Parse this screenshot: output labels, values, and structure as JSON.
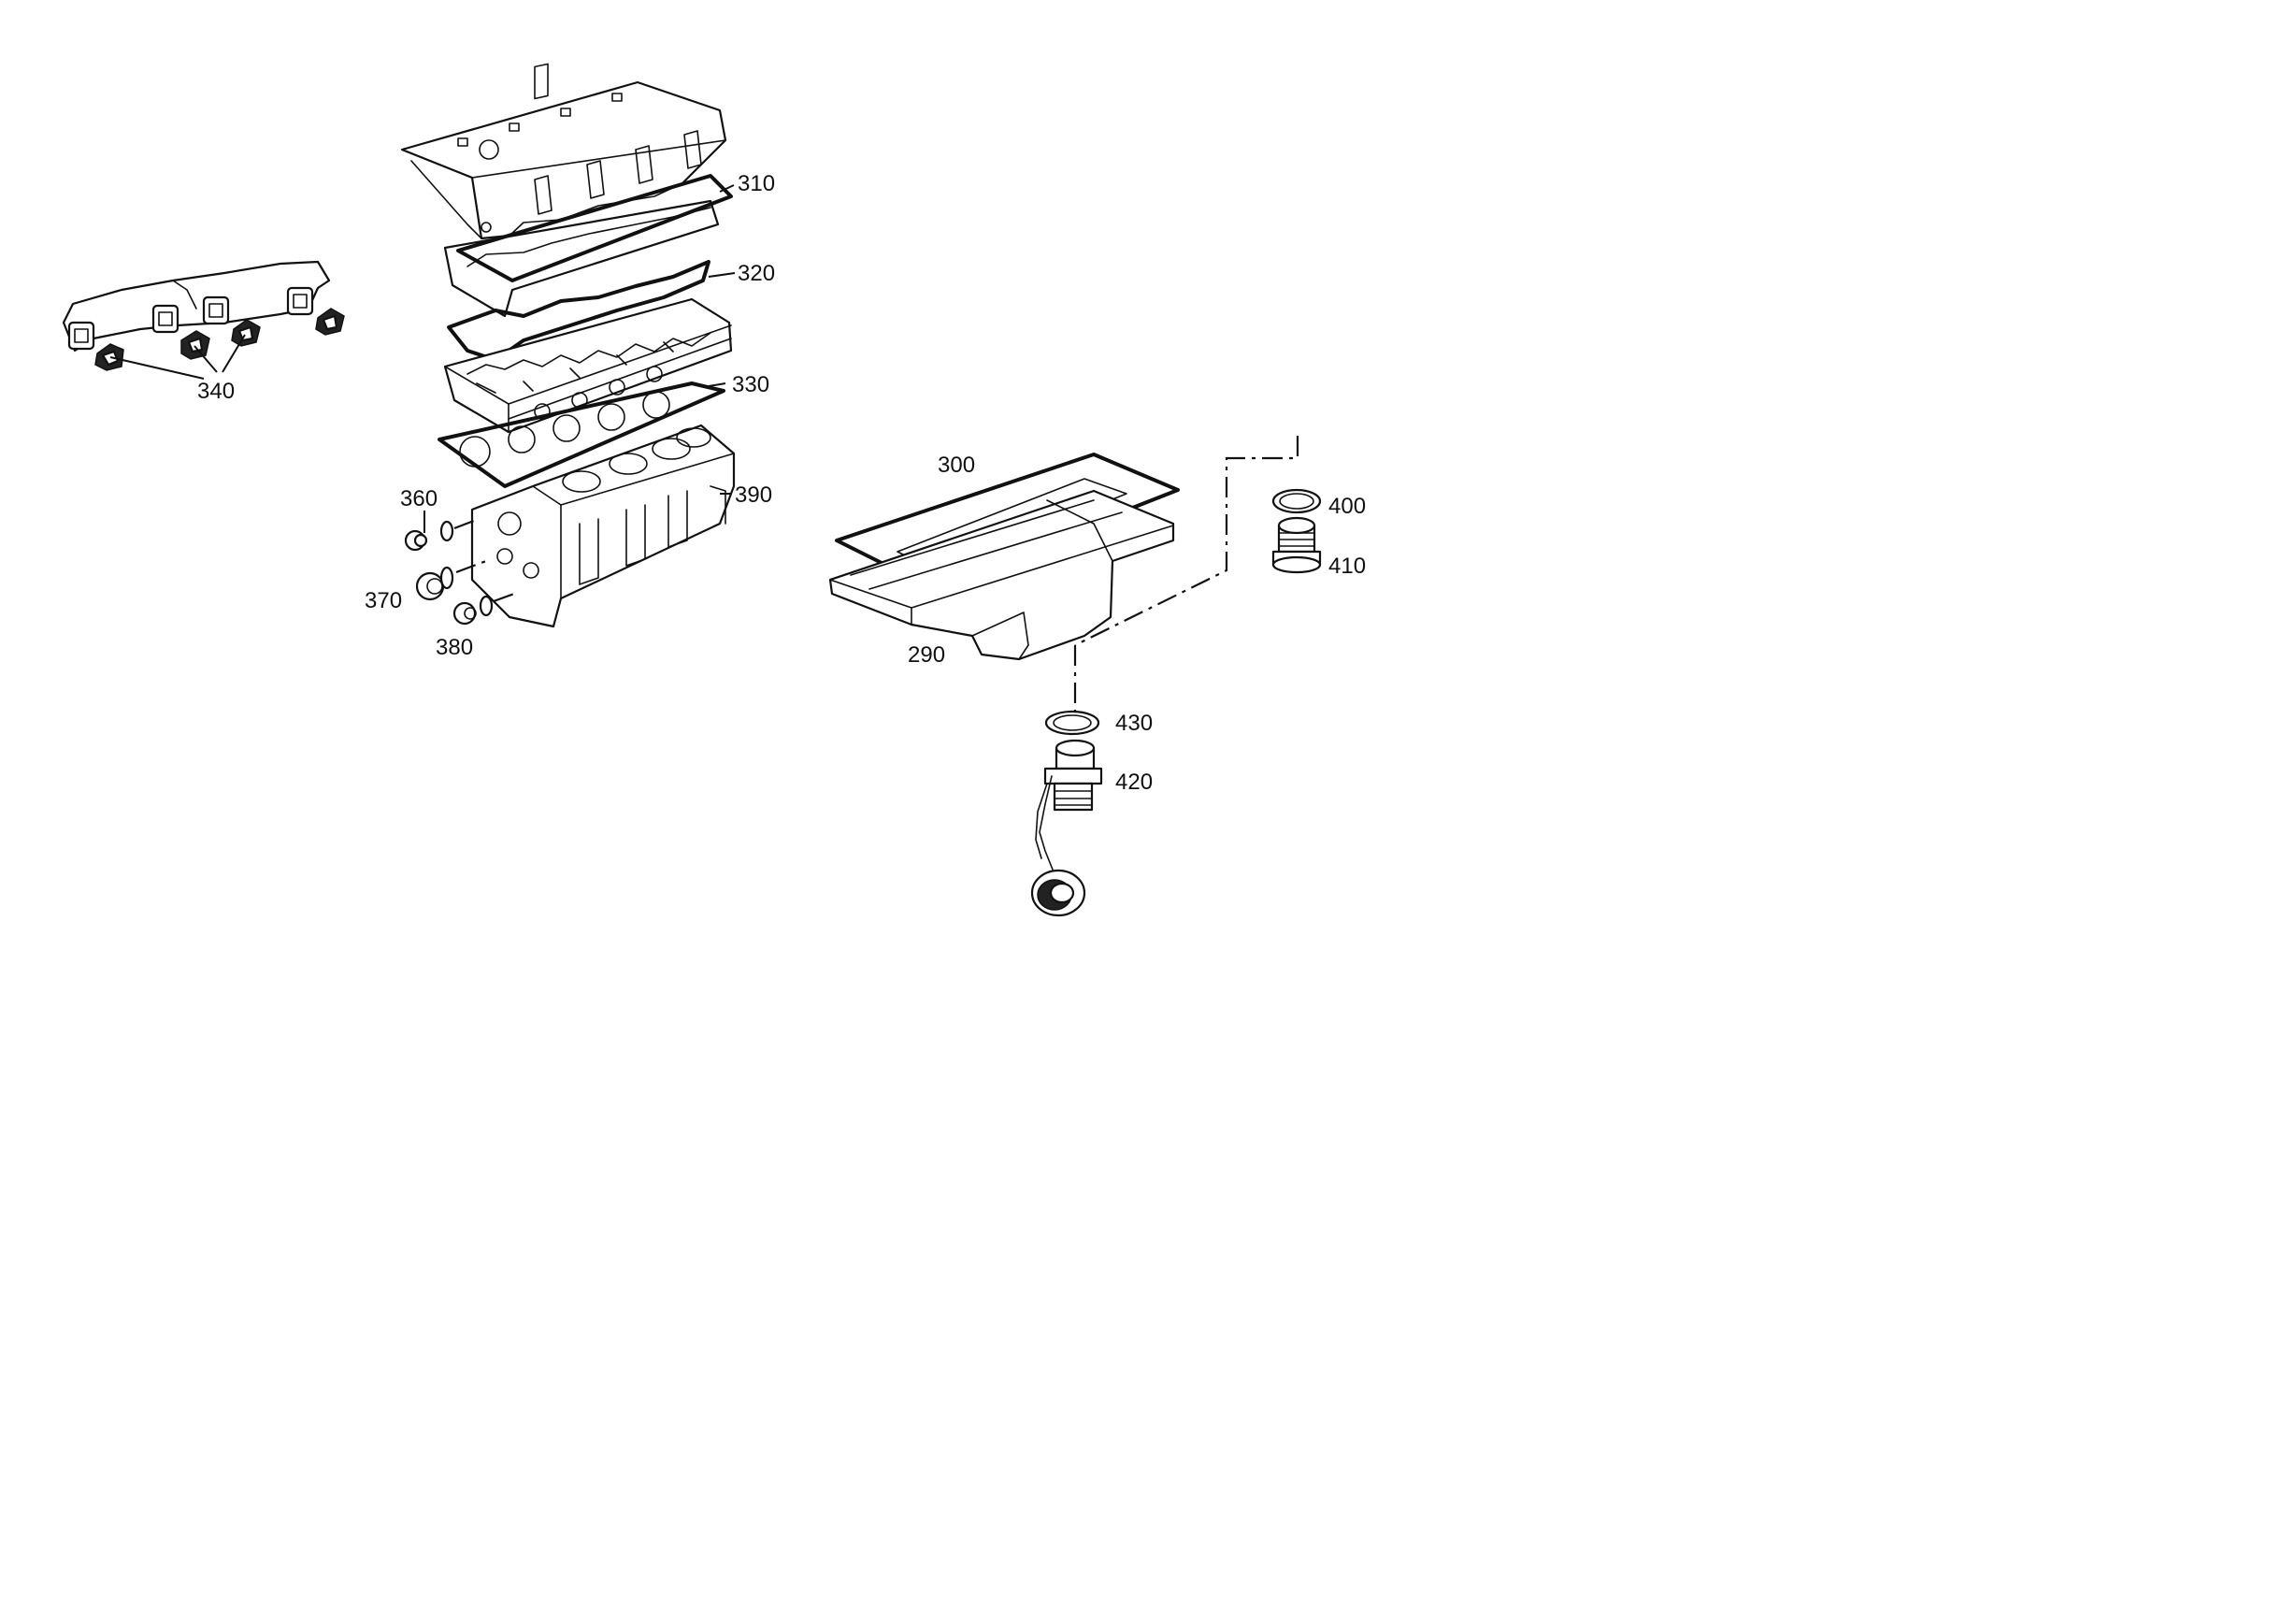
{
  "callouts": {
    "c290": "290",
    "c300": "300",
    "c310": "310",
    "c320": "320",
    "c330": "330",
    "c340": "340",
    "c360": "360",
    "c370": "370",
    "c380": "380",
    "c390": "390",
    "c400": "400",
    "c410": "410",
    "c420": "420",
    "c430": "430"
  }
}
